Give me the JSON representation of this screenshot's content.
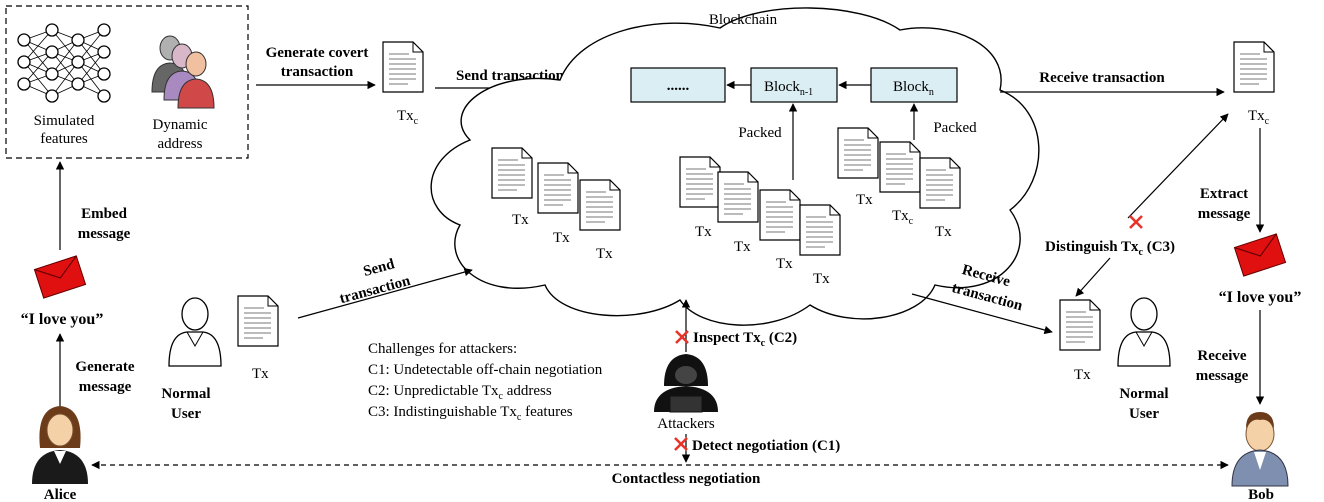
{
  "top_left": {
    "features_label_1": "Simulated",
    "features_label_2": "features",
    "address_label_1": "Dynamic",
    "address_label_2": "address"
  },
  "covert_flow": {
    "generate_1": "Generate covert",
    "generate_2": "transaction",
    "send_label": "Send transaction",
    "tx_label": "Tx",
    "tx_sub": "c"
  },
  "blockchain": {
    "title": "Blockchain",
    "ellipsis": "......",
    "block_prev": "Block",
    "block_prev_sub": "n-1",
    "block_curr": "Block",
    "block_curr_sub": "n",
    "packed_1": "Packed",
    "packed_2": "Packed",
    "tx": "Tx",
    "txc": "Tx",
    "txc_sub": "c"
  },
  "receive_top": {
    "label": "Receive transaction",
    "tx": "Tx",
    "tx_sub": "c"
  },
  "bob_side": {
    "extract_1": "Extract",
    "extract_2": "message",
    "love": "“I love you”",
    "receive_1": "Receive",
    "receive_2": "message",
    "name": "Bob"
  },
  "alice_side": {
    "embed_1": "Embed",
    "embed_2": "message",
    "love": "“I love you”",
    "generate_1": "Generate",
    "generate_2": "message",
    "name": "Alice"
  },
  "normal_user_left": {
    "tx": "Tx",
    "label_1": "Normal",
    "label_2": "User"
  },
  "send_normal": {
    "line_1": "Send",
    "line_2": "transaction"
  },
  "receive_normal": {
    "line_1": "Receive",
    "line_2": "transaction"
  },
  "normal_user_right": {
    "tx": "Tx",
    "label_1": "Normal",
    "label_2": "User"
  },
  "distinguish": {
    "label": "Distinguish Tx",
    "sub": "c",
    "suffix": " (C3)"
  },
  "inspect": {
    "label": "Inspect Tx",
    "sub": "c",
    "suffix": " (C2)"
  },
  "detect": {
    "label": "Detect negotiation (C1)"
  },
  "attackers": {
    "label": "Attackers"
  },
  "challenges": {
    "title": "Challenges for attackers:",
    "c1": "C1: Undetectable off-chain negotiation",
    "c2_a": "C2: Unpredictable Tx",
    "c2_sub": "c",
    "c2_b": " address",
    "c3_a": "C3: Indistinguishable Tx",
    "c3_sub": "c",
    "c3_b": " features"
  },
  "negotiation": {
    "label": "Contactless negotiation"
  },
  "colors": {
    "block_fill": "#dbeef3",
    "envelope": "#e01010",
    "cross": "#e8332a",
    "user_skin": "#f5d1a8",
    "attacker": "#111111"
  }
}
